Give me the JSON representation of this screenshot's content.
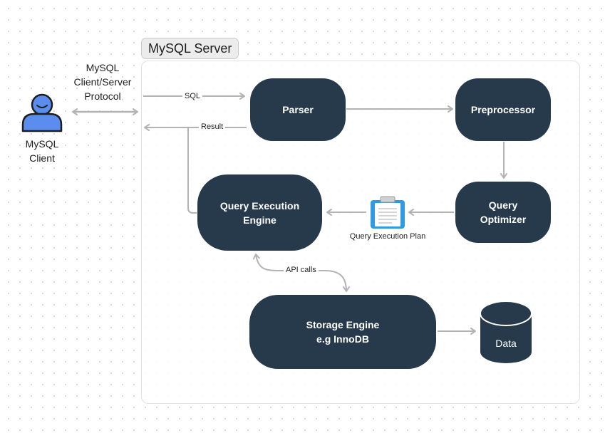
{
  "title": "MySQL Server",
  "client": {
    "label_line1": "MySQL",
    "label_line2": "Client",
    "icon": "user-icon"
  },
  "protocol": {
    "line1": "MySQL",
    "line2": "Client/Server",
    "line3": "Protocol"
  },
  "edges": {
    "sql": "SQL",
    "result": "Result",
    "api_calls": "API calls",
    "plan": "Query Execution Plan"
  },
  "nodes": {
    "parser": "Parser",
    "preprocessor": "Preprocessor",
    "optimizer_line1": "Query",
    "optimizer_line2": "Optimizer",
    "execution_line1": "Query Execution",
    "execution_line2": "Engine",
    "storage_line1": "Storage Engine",
    "storage_line2": "e.g InnoDB",
    "data": "Data"
  },
  "colors": {
    "node_fill": "#263a4c",
    "edge": "#b3b3b3",
    "client_icon": "#5b8def",
    "plan_icon": "#2f9be0"
  },
  "icons": {
    "plan": "clipboard-icon",
    "data": "database-cylinder-icon"
  }
}
